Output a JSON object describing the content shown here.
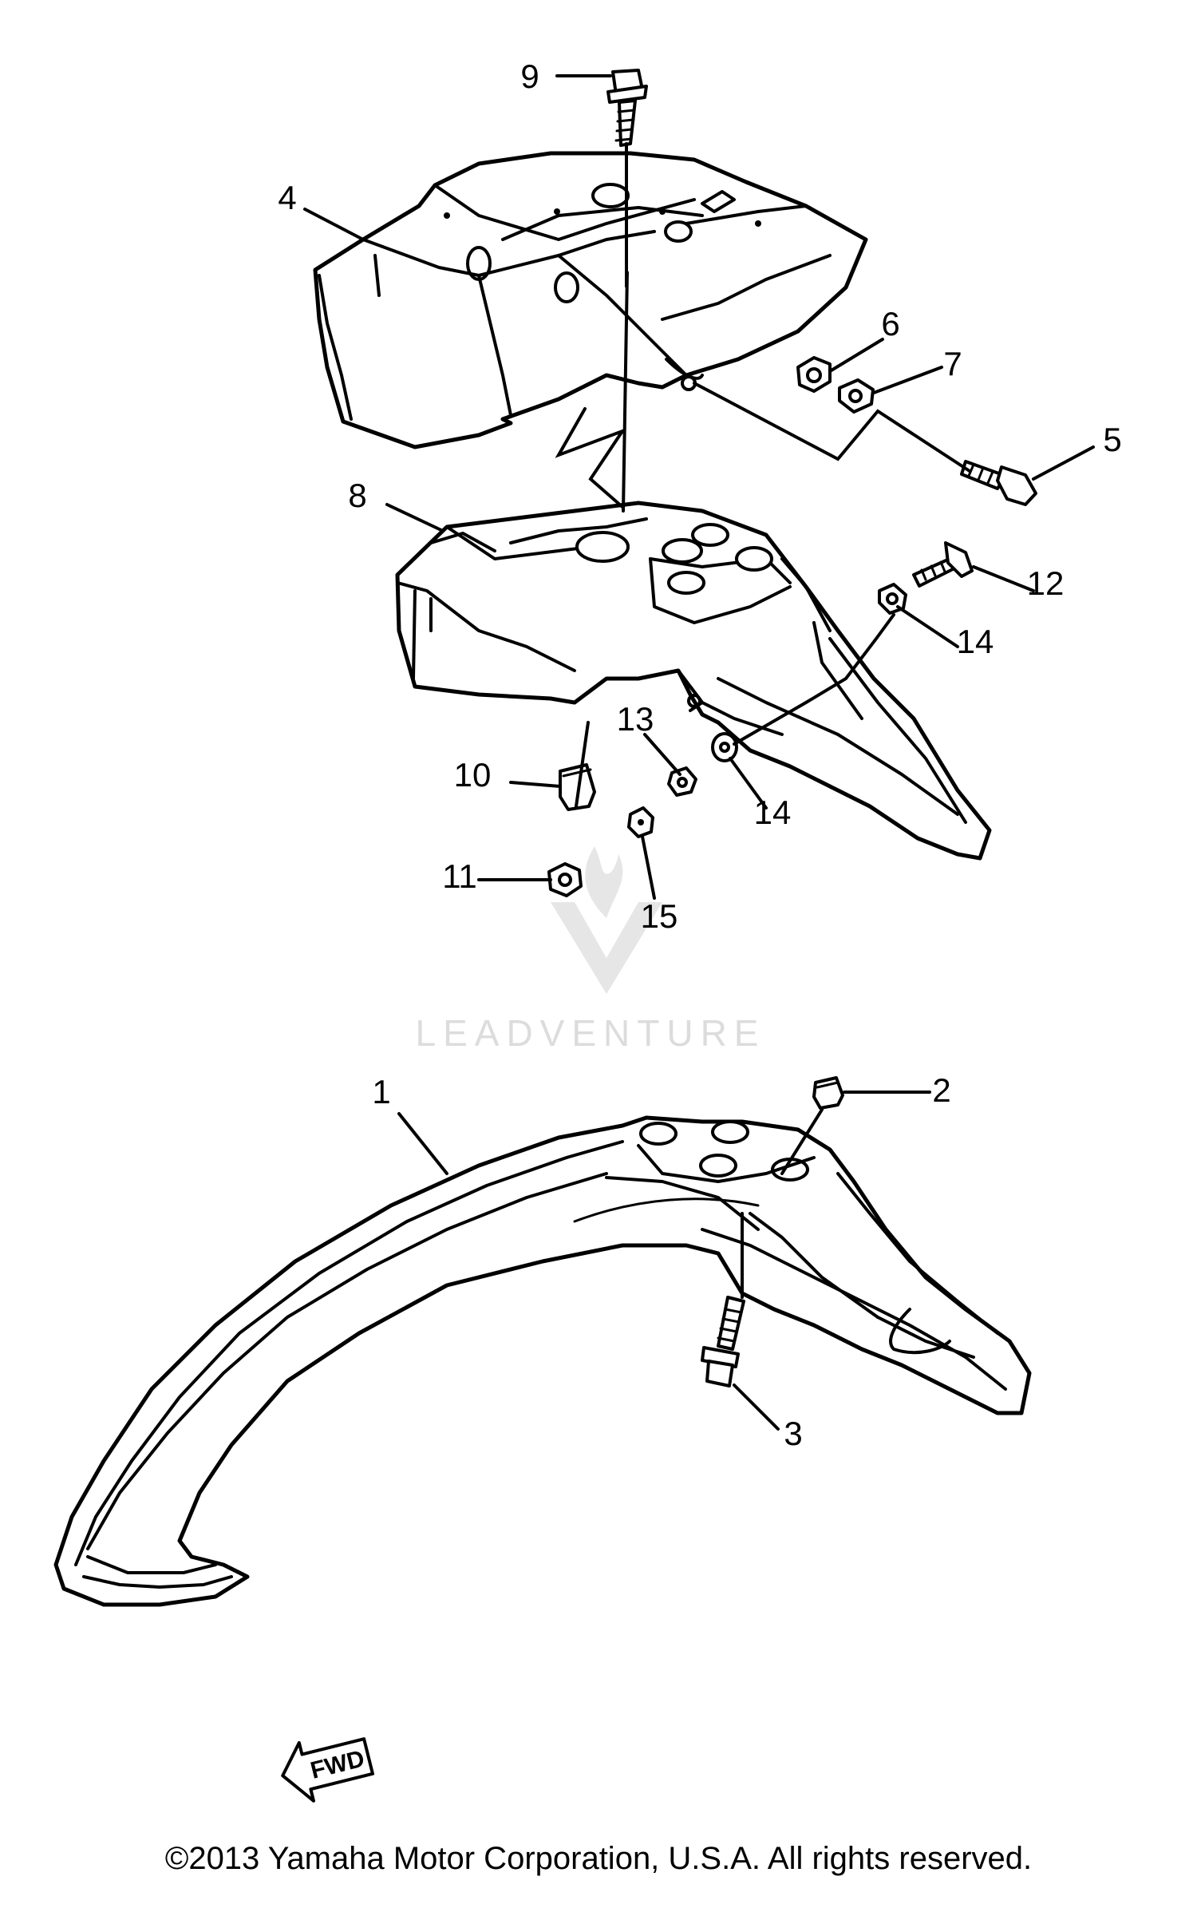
{
  "callouts": [
    {
      "id": "c1",
      "label": "1"
    },
    {
      "id": "c2",
      "label": "2"
    },
    {
      "id": "c3",
      "label": "3"
    },
    {
      "id": "c4",
      "label": "4"
    },
    {
      "id": "c5",
      "label": "5"
    },
    {
      "id": "c6",
      "label": "6"
    },
    {
      "id": "c7",
      "label": "7"
    },
    {
      "id": "c8",
      "label": "8"
    },
    {
      "id": "c9",
      "label": "9"
    },
    {
      "id": "c10",
      "label": "10"
    },
    {
      "id": "c11",
      "label": "11"
    },
    {
      "id": "c12",
      "label": "12"
    },
    {
      "id": "c13",
      "label": "13"
    },
    {
      "id": "c14a",
      "label": "14"
    },
    {
      "id": "c14b",
      "label": "14"
    },
    {
      "id": "c15",
      "label": "15"
    }
  ],
  "direction_arrow": {
    "label": "FWD"
  },
  "watermark": {
    "text": "LEADVENTURE"
  },
  "copyright": "©2013 Yamaha Motor Corporation, U.S.A. All rights reserved.",
  "colors": {
    "line": "#000000",
    "background": "#ffffff",
    "watermark": "#dcdcdc"
  }
}
